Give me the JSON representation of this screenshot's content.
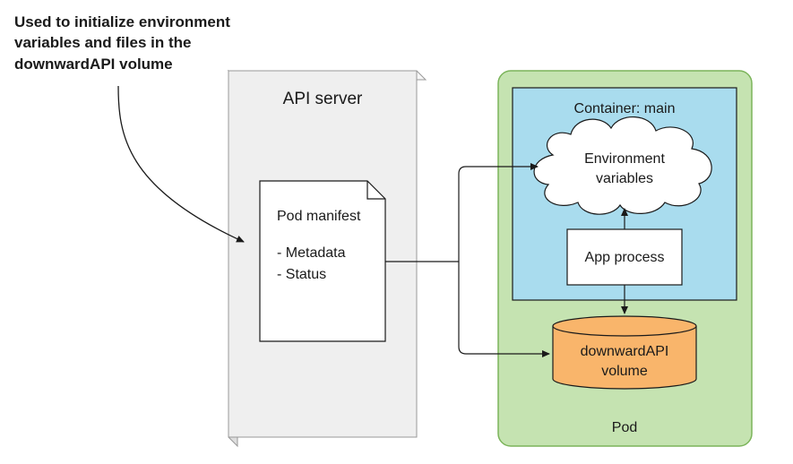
{
  "annotation": {
    "lines": [
      "Used to initialize environment",
      "variables and files in the",
      "downwardAPI volume"
    ]
  },
  "api_server": {
    "label": "API server"
  },
  "manifest": {
    "title": "Pod manifest",
    "items": [
      "- Metadata",
      "- Status"
    ]
  },
  "pod": {
    "label": "Pod"
  },
  "container": {
    "label": "Container: main"
  },
  "env_vars": {
    "lines": [
      "Environment",
      "variables"
    ]
  },
  "app_process": {
    "label": "App process"
  },
  "volume": {
    "lines": [
      "downwardAPI",
      "volume"
    ]
  },
  "colors": {
    "api_server_fill": "#efefef",
    "pod_fill": "#c5e3b1",
    "pod_stroke": "#7bb45a",
    "container_fill": "#a9dcee",
    "volume_fill": "#f9b56b",
    "stroke": "#1a1a1a"
  }
}
